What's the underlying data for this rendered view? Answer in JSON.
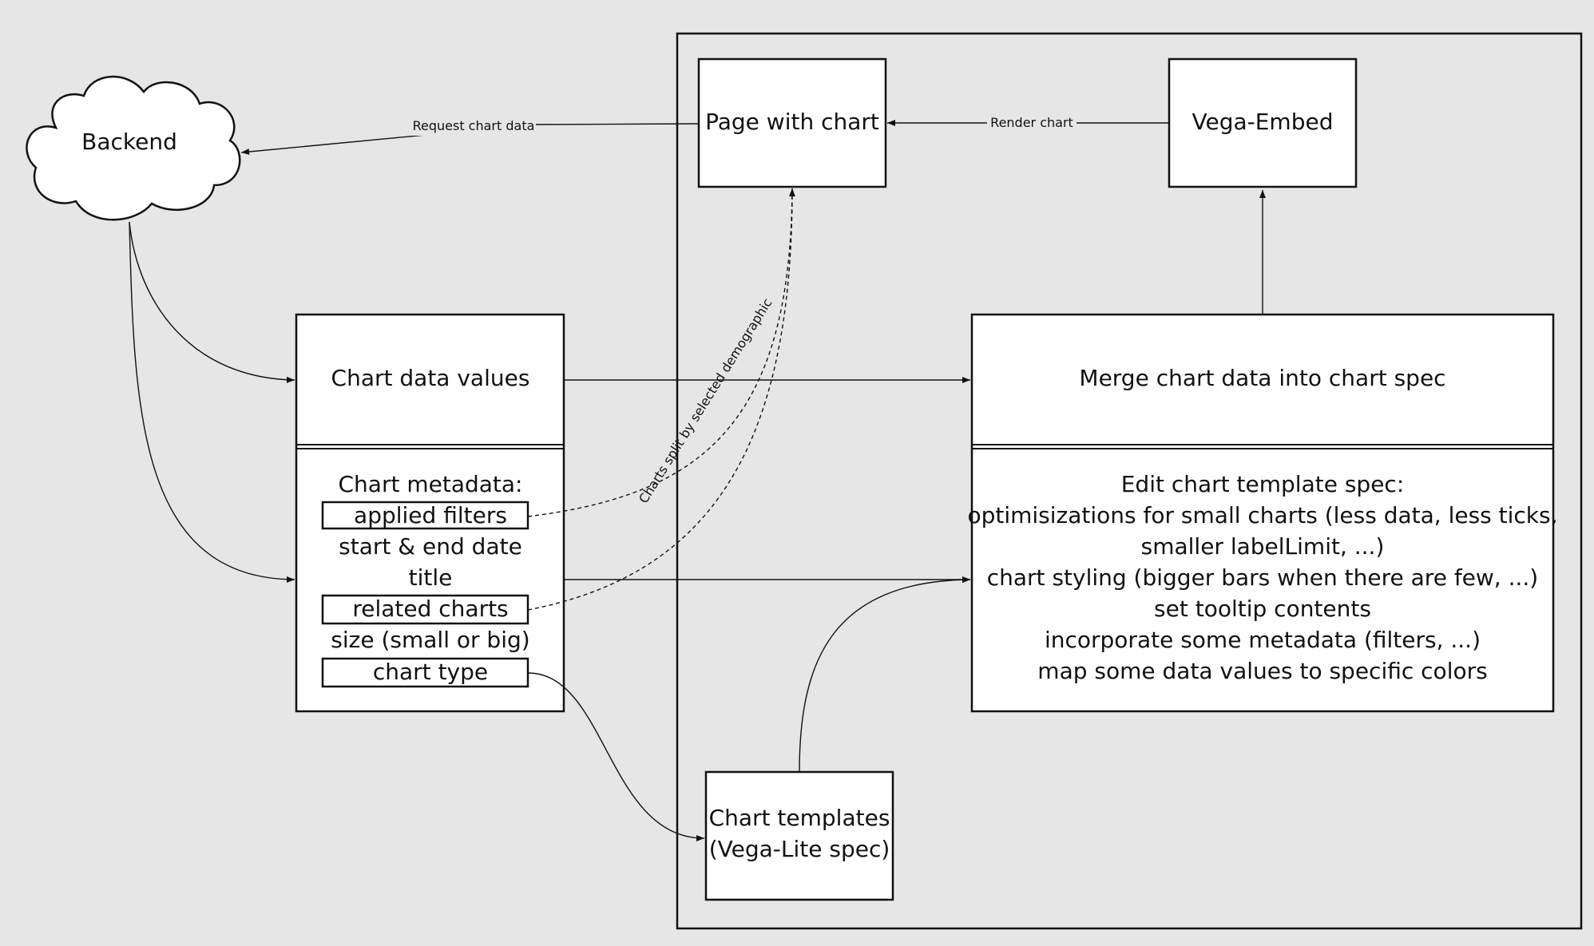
{
  "nodes": {
    "backend": "Backend",
    "page_with_chart": "Page with chart",
    "vega_embed": "Vega-Embed",
    "chart_data_values": "Chart data values",
    "chart_metadata": {
      "heading": "Chart metadata:",
      "items": [
        "applied filters",
        "start & end date",
        "title",
        "related charts",
        "size (small or big)",
        "chart type"
      ]
    },
    "merge": "Merge chart data into chart spec",
    "edit_spec": {
      "heading": "Edit chart template spec:",
      "lines": [
        "optimisizations for small charts (less data, less ticks,",
        "smaller labelLimit, ...)",
        "chart styling (bigger bars when there are few, ...)",
        "set tooltip contents",
        "incorporate  some metadata (filters, ...)",
        "map some data values to specific colors"
      ]
    },
    "chart_templates": [
      "Chart templates",
      "(Vega-Lite spec)"
    ]
  },
  "edges": {
    "request_chart_data": "Request chart data",
    "render_chart": "Render chart",
    "charts_split": "Charts split by selected demographic"
  }
}
